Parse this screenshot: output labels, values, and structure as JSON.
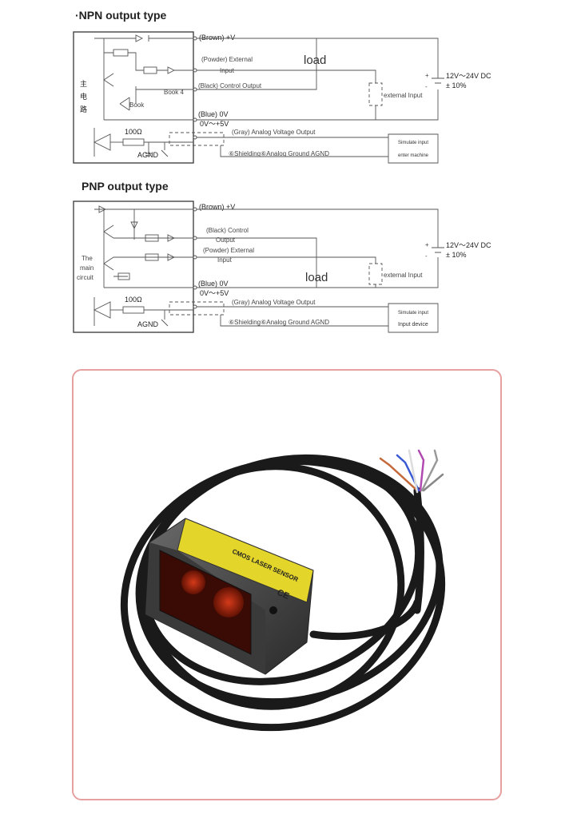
{
  "npn": {
    "title": "·NPN output type",
    "main_circuit_label": [
      "主",
      "电",
      "路"
    ],
    "brown": "(Brown) +V",
    "pink": "(Powder) External",
    "pink2": "Input",
    "black": "(Black) Control Output",
    "blue": "(Blue) 0V",
    "range": "0V～+5V",
    "gray": "(Gray) Analog Voltage Output",
    "shield": "⑥Shielding⑥Analog Ground AGND",
    "resistor": "100Ω",
    "agnd": "AGND",
    "book4": "Book 4",
    "book": "Book",
    "load": "load",
    "external_input": "external Input",
    "supply": "12V～24V  DC",
    "tolerance": "± 10%",
    "sim1": "Simulate input",
    "sim2": "enter machine"
  },
  "pnp": {
    "title": "PNP output type",
    "main_circuit_label": [
      "The",
      "main",
      "circuit"
    ],
    "brown": "(Brown) +V",
    "black": "(Black) Control",
    "black2": "Output",
    "pink": "(Powder) External",
    "pink2": "Input",
    "blue": "(Blue) 0V",
    "range": "0V～+5V",
    "gray": "(Gray) Analog Voltage Output",
    "shield": "⑥Shielding⑥Analog Ground AGND",
    "resistor": "100Ω",
    "agnd": "AGND",
    "load": "load",
    "external_input": "external Input",
    "supply": "12V～24V  DC",
    "tolerance": "± 10%",
    "sim1": "Simulate input",
    "sim2": "Input device"
  },
  "photo": {
    "label_line1": "CMOS LASER SENSOR",
    "ce": "CE"
  }
}
